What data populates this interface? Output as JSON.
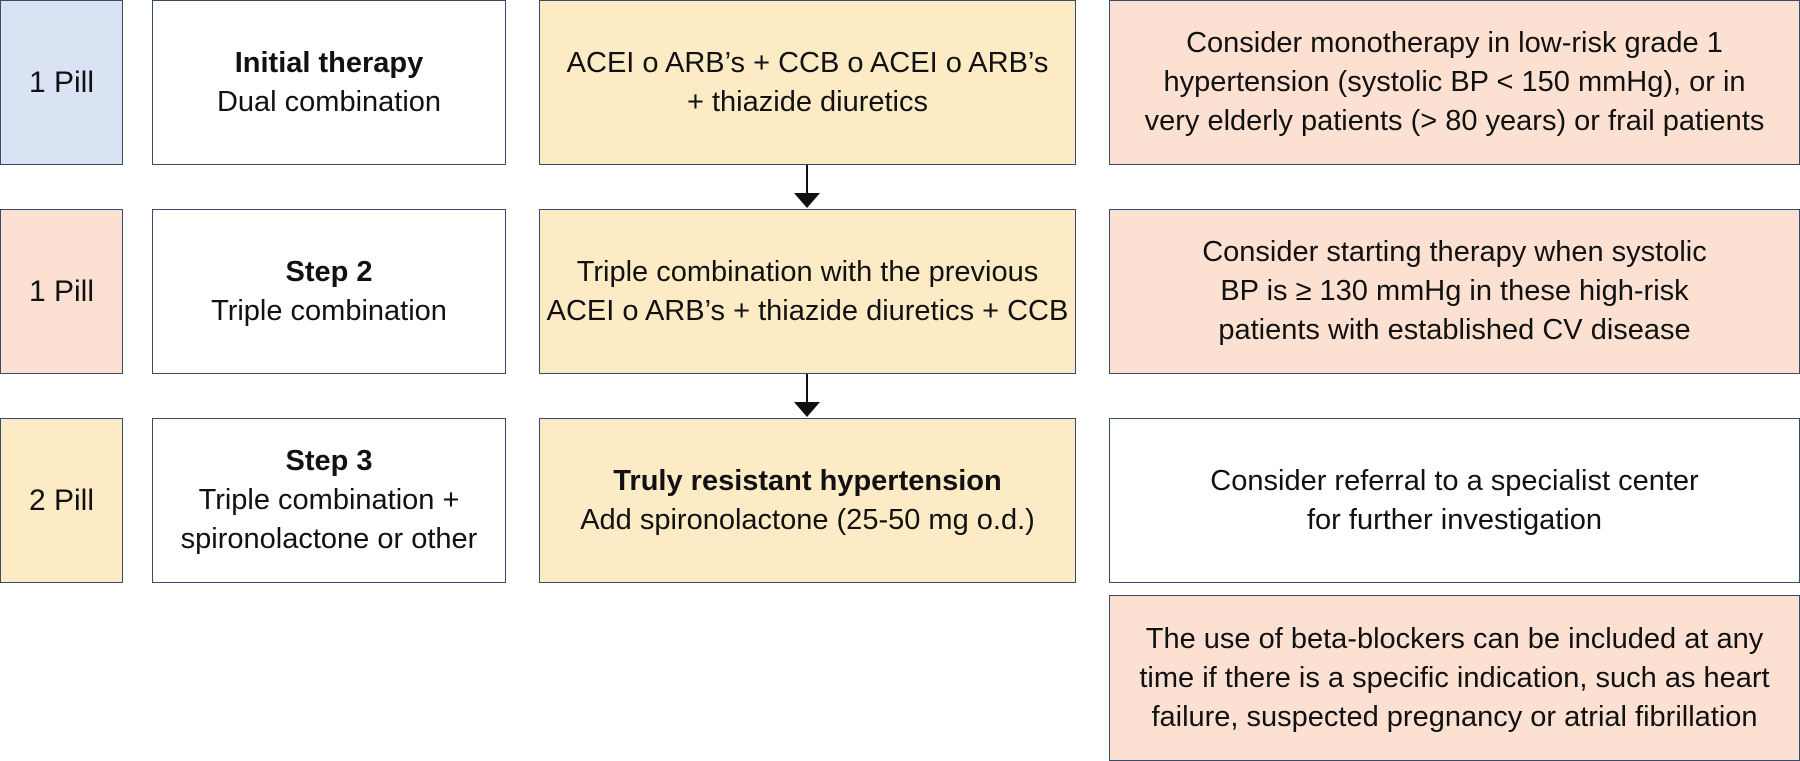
{
  "colors": {
    "blue": "#dae3f3",
    "salmon": "#fce0d2",
    "yellow": "#fdebc6",
    "border": "#3a4a6b"
  },
  "rows": [
    {
      "pill": "1 Pill",
      "step_title": "Initial therapy",
      "step_lines": [
        "Dual combination"
      ],
      "therapy_title": "",
      "therapy_lines": [
        "ACEI o ARB’s + CCB o ACEI o ARB’s",
        "+ thiazide diuretics"
      ],
      "note_lines": [
        "Consider monotherapy in low-risk grade 1",
        "hypertension (systolic BP < 150 mmHg), or in",
        "very elderly patients (> 80 years) or frail patients"
      ]
    },
    {
      "pill": "1 Pill",
      "step_title": "Step 2",
      "step_lines": [
        "Triple combination"
      ],
      "therapy_title": "",
      "therapy_lines": [
        "Triple combination with the previous",
        "ACEI o ARB’s + thiazide diuretics + CCB"
      ],
      "note_lines": [
        "Consider starting therapy when systolic",
        "BP is ≥ 130 mmHg in these high-risk",
        "patients with established CV disease"
      ]
    },
    {
      "pill": "2 Pill",
      "step_title": "Step 3",
      "step_lines": [
        "Triple combination +",
        "spironolactone or other"
      ],
      "therapy_title": "Truly resistant hypertension",
      "therapy_lines": [
        "Add spironolactone (25-50 mg o.d.)"
      ],
      "note_lines": [
        "Consider referral to a specialist center",
        "for further investigation"
      ]
    }
  ],
  "extra_note_lines": [
    "The use of beta-blockers can be included at any",
    "time if there is a specific indication, such as heart",
    "failure, suspected pregnancy or atrial fibrillation"
  ]
}
